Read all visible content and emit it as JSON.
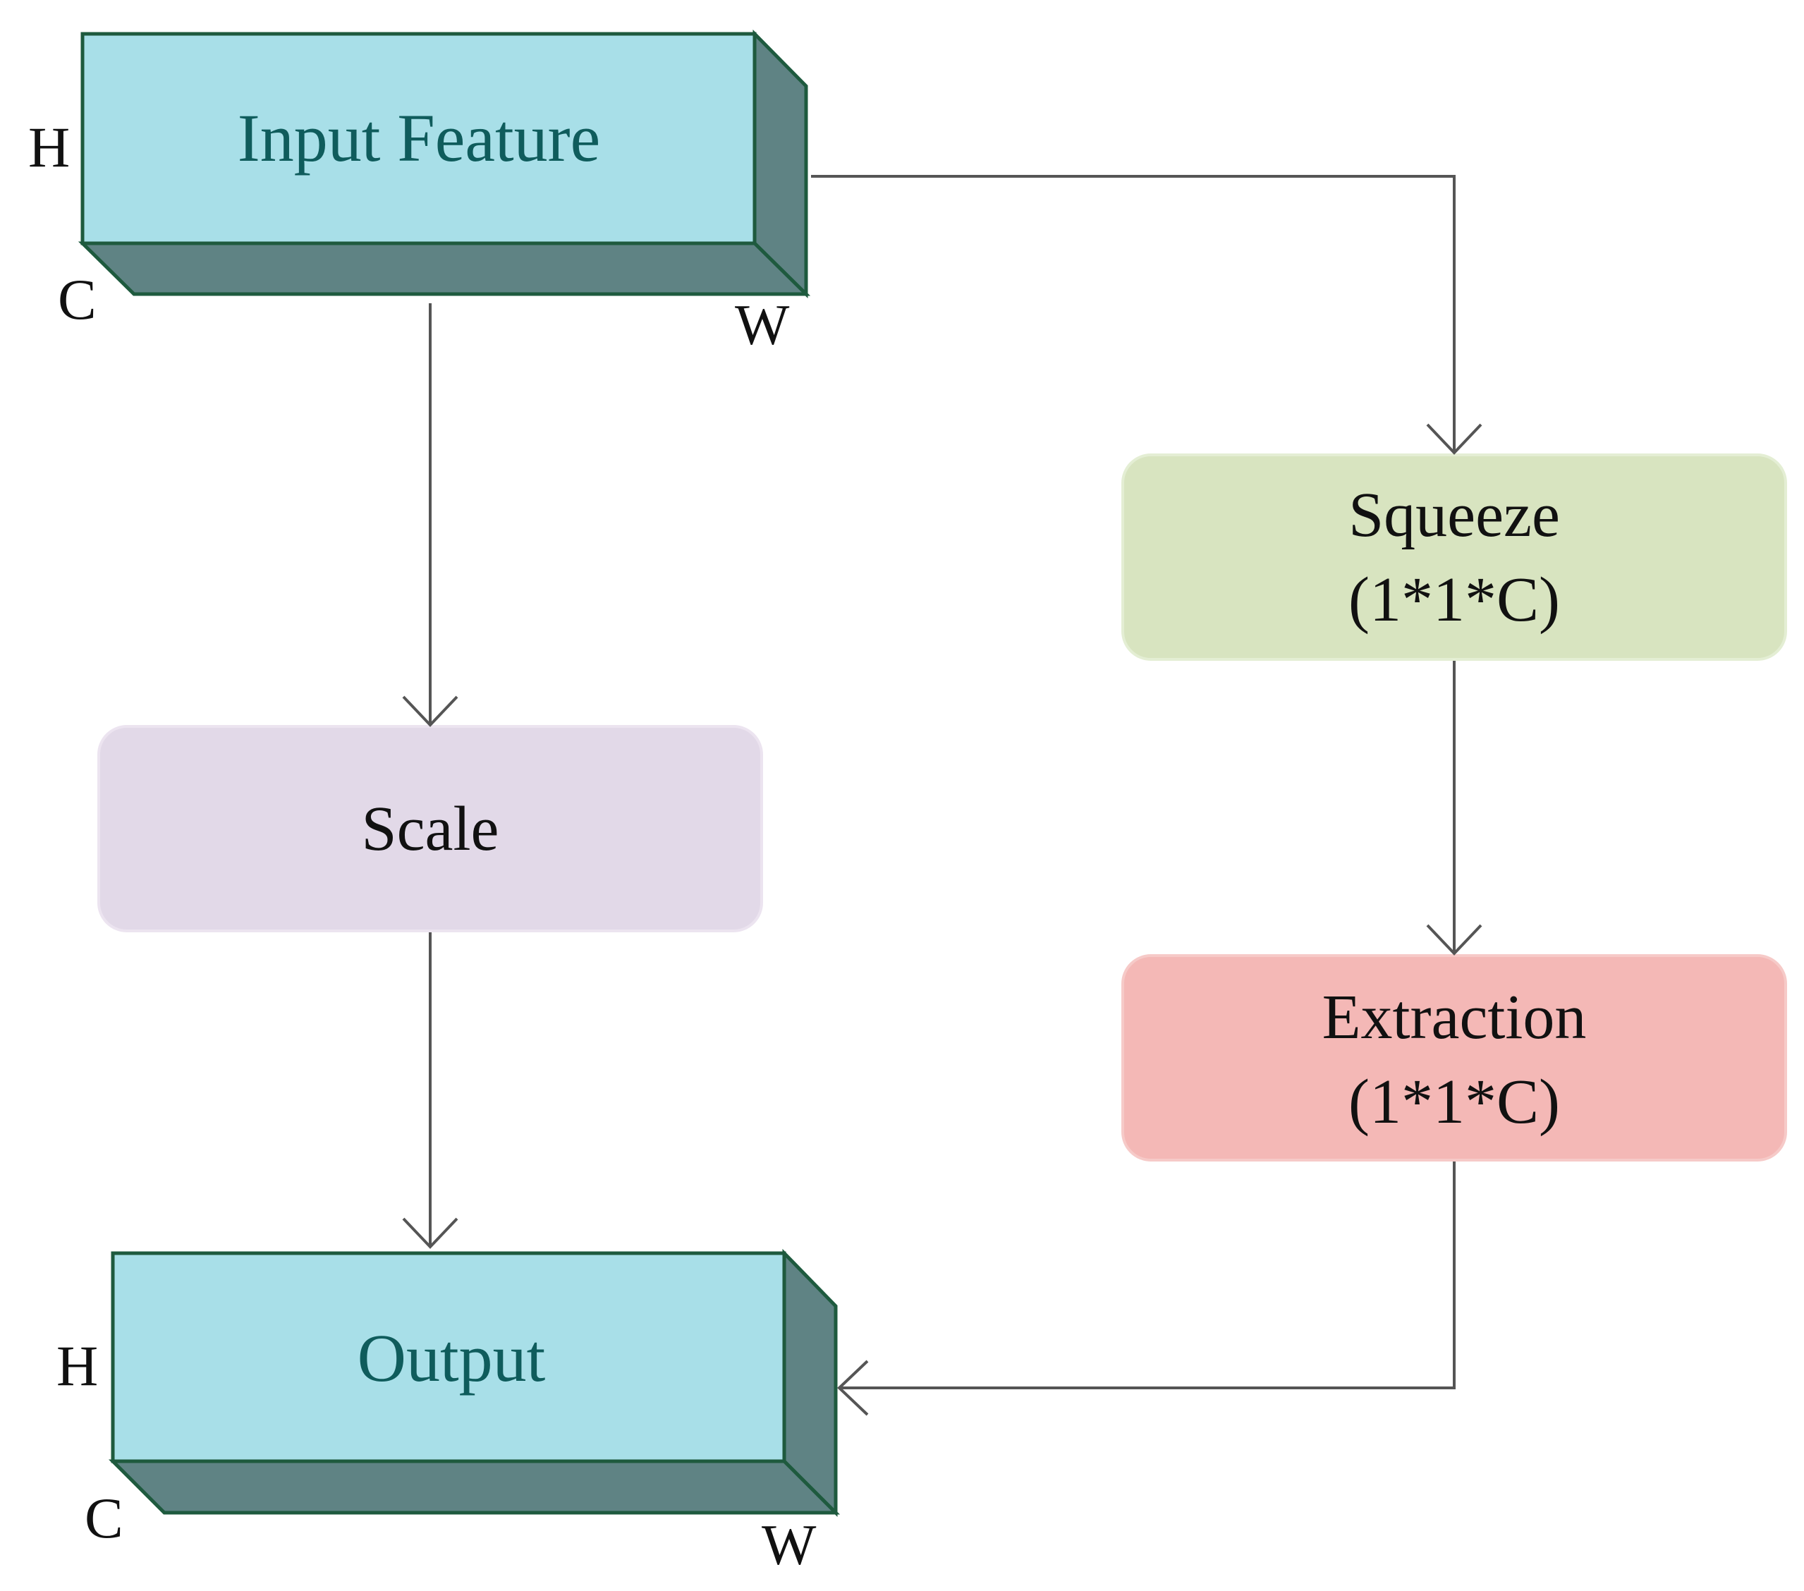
{
  "input_block": {
    "label": "Input Feature",
    "dim_h": "H",
    "dim_c": "C",
    "dim_w": "W"
  },
  "output_block": {
    "label": "Output",
    "dim_h": "H",
    "dim_c": "C",
    "dim_w": "W"
  },
  "scale_box": {
    "label": "Scale"
  },
  "squeeze_box": {
    "line1": "Squeeze",
    "line2": "(1*1*C)"
  },
  "extraction_box": {
    "line1": "Extraction",
    "line2": "(1*1*C)"
  },
  "colors": {
    "block_front": "#a8dfe8",
    "block_side": "#5f8384",
    "block_border": "#1e5a3e",
    "scale_fill": "#e2d9e8",
    "squeeze_fill": "#d8e4c0",
    "extraction_fill": "#f4b8b6"
  }
}
